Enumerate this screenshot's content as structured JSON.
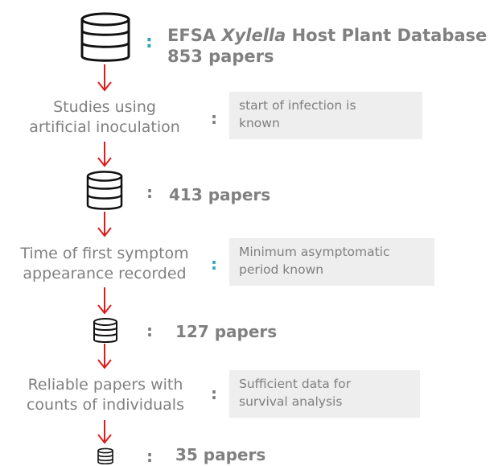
{
  "header": {
    "title_prefix": "EFSA ",
    "title_italic": "Xylella",
    "title_suffix": " Host Plant Database",
    "count": "853 papers"
  },
  "steps": [
    {
      "label_lines": [
        "Studies using",
        "artificial inoculation"
      ],
      "note_lines": [
        "start of infection is",
        "known"
      ]
    },
    {
      "count": "413 papers"
    },
    {
      "label_lines": [
        "Time of first symptom",
        "appearance recorded"
      ],
      "note_lines": [
        "Minimum asymptomatic",
        "period known"
      ]
    },
    {
      "count": "127 papers"
    },
    {
      "label_lines": [
        "Reliable papers with",
        "counts of individuals"
      ],
      "note_lines": [
        "Sufficient data for",
        "survival analysis"
      ]
    },
    {
      "count": "35 papers"
    }
  ],
  "separator": ":",
  "icons": {
    "database": "database-icon",
    "arrow": "arrow-down-icon"
  },
  "colors": {
    "arrow": "#e01b1b",
    "text": "#808080",
    "teal_colon": "#2aa7b8",
    "note_bg": "#eeeeee"
  }
}
